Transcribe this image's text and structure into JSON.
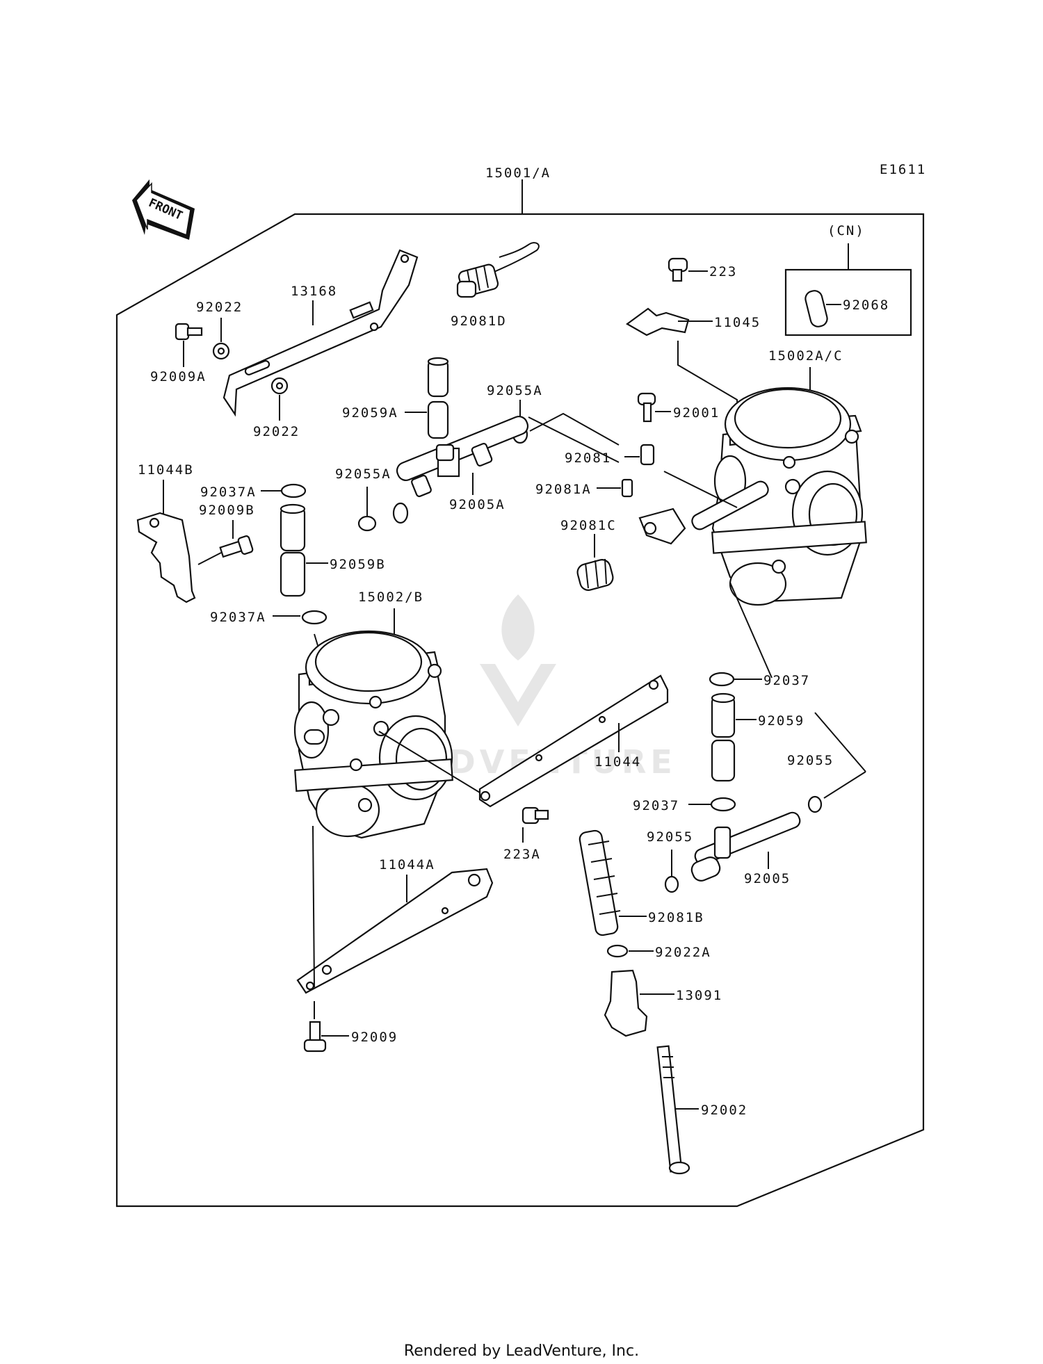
{
  "diagram_code": "E1611",
  "front_label": "FRONT",
  "footer": "Rendered by LeadVenture, Inc.",
  "watermark": "LEADVENTURE",
  "labels": {
    "assembly": "15001/A",
    "cn": "(CN)",
    "p13168": "13168",
    "p92022_top": "92022",
    "p92009A": "92009A",
    "p92022_bottom": "92022",
    "p92081D": "92081D",
    "p223": "223",
    "p11045": "11045",
    "p92068": "92068",
    "p15002AC": "15002A/C",
    "p92059A": "92059A",
    "p92055A_top": "92055A",
    "p92001": "92001",
    "p92081": "92081",
    "p92081A": "92081A",
    "p92055A_left": "92055A",
    "p92005A": "92005A",
    "p92081C": "92081C",
    "p11044B": "11044B",
    "p92037A_top": "92037A",
    "p92009B": "92009B",
    "p92059B": "92059B",
    "p15002B": "15002/B",
    "p92037A_bottom": "92037A",
    "p92037_top": "92037",
    "p92059": "92059",
    "p11044": "11044",
    "p92055_right": "92055",
    "p92037_bottom": "92037",
    "p223A": "223A",
    "p92055_mid": "92055",
    "p92005": "92005",
    "p11044A": "11044A",
    "p92081B": "92081B",
    "p92022A": "92022A",
    "p13091": "13091",
    "p92009": "92009",
    "p92002": "92002"
  }
}
